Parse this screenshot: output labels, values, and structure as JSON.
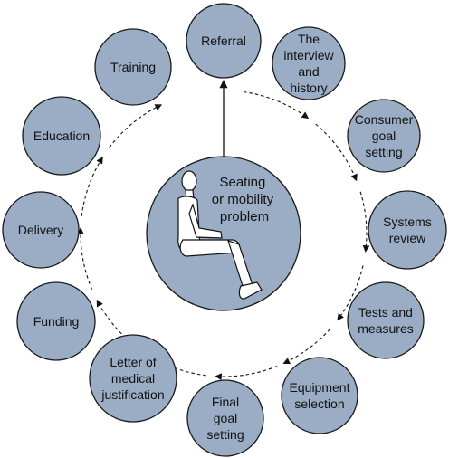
{
  "diagram": {
    "fill_color": "#9aadc4",
    "stroke_color": "#1a1a1a",
    "center": {
      "label_lines": [
        "Seating",
        "or mobility",
        "problem"
      ],
      "icon": "seated-person-icon"
    },
    "nodes": [
      {
        "id": "referral",
        "lines": [
          "Referral"
        ]
      },
      {
        "id": "interview",
        "lines": [
          "The",
          "interview",
          "and",
          "history"
        ]
      },
      {
        "id": "consumer-goal",
        "lines": [
          "Consumer",
          "goal",
          "setting"
        ]
      },
      {
        "id": "systems-review",
        "lines": [
          "Systems",
          "review"
        ]
      },
      {
        "id": "tests-measures",
        "lines": [
          "Tests and",
          "measures"
        ]
      },
      {
        "id": "equipment-selection",
        "lines": [
          "Equipment",
          "selection"
        ]
      },
      {
        "id": "final-goal",
        "lines": [
          "Final",
          "goal",
          "setting"
        ]
      },
      {
        "id": "letter-justification",
        "lines": [
          "Letter of",
          "medical",
          "justification"
        ]
      },
      {
        "id": "funding",
        "lines": [
          "Funding"
        ]
      },
      {
        "id": "delivery",
        "lines": [
          "Delivery"
        ]
      },
      {
        "id": "education",
        "lines": [
          "Education"
        ]
      },
      {
        "id": "training",
        "lines": [
          "Training"
        ]
      }
    ]
  }
}
